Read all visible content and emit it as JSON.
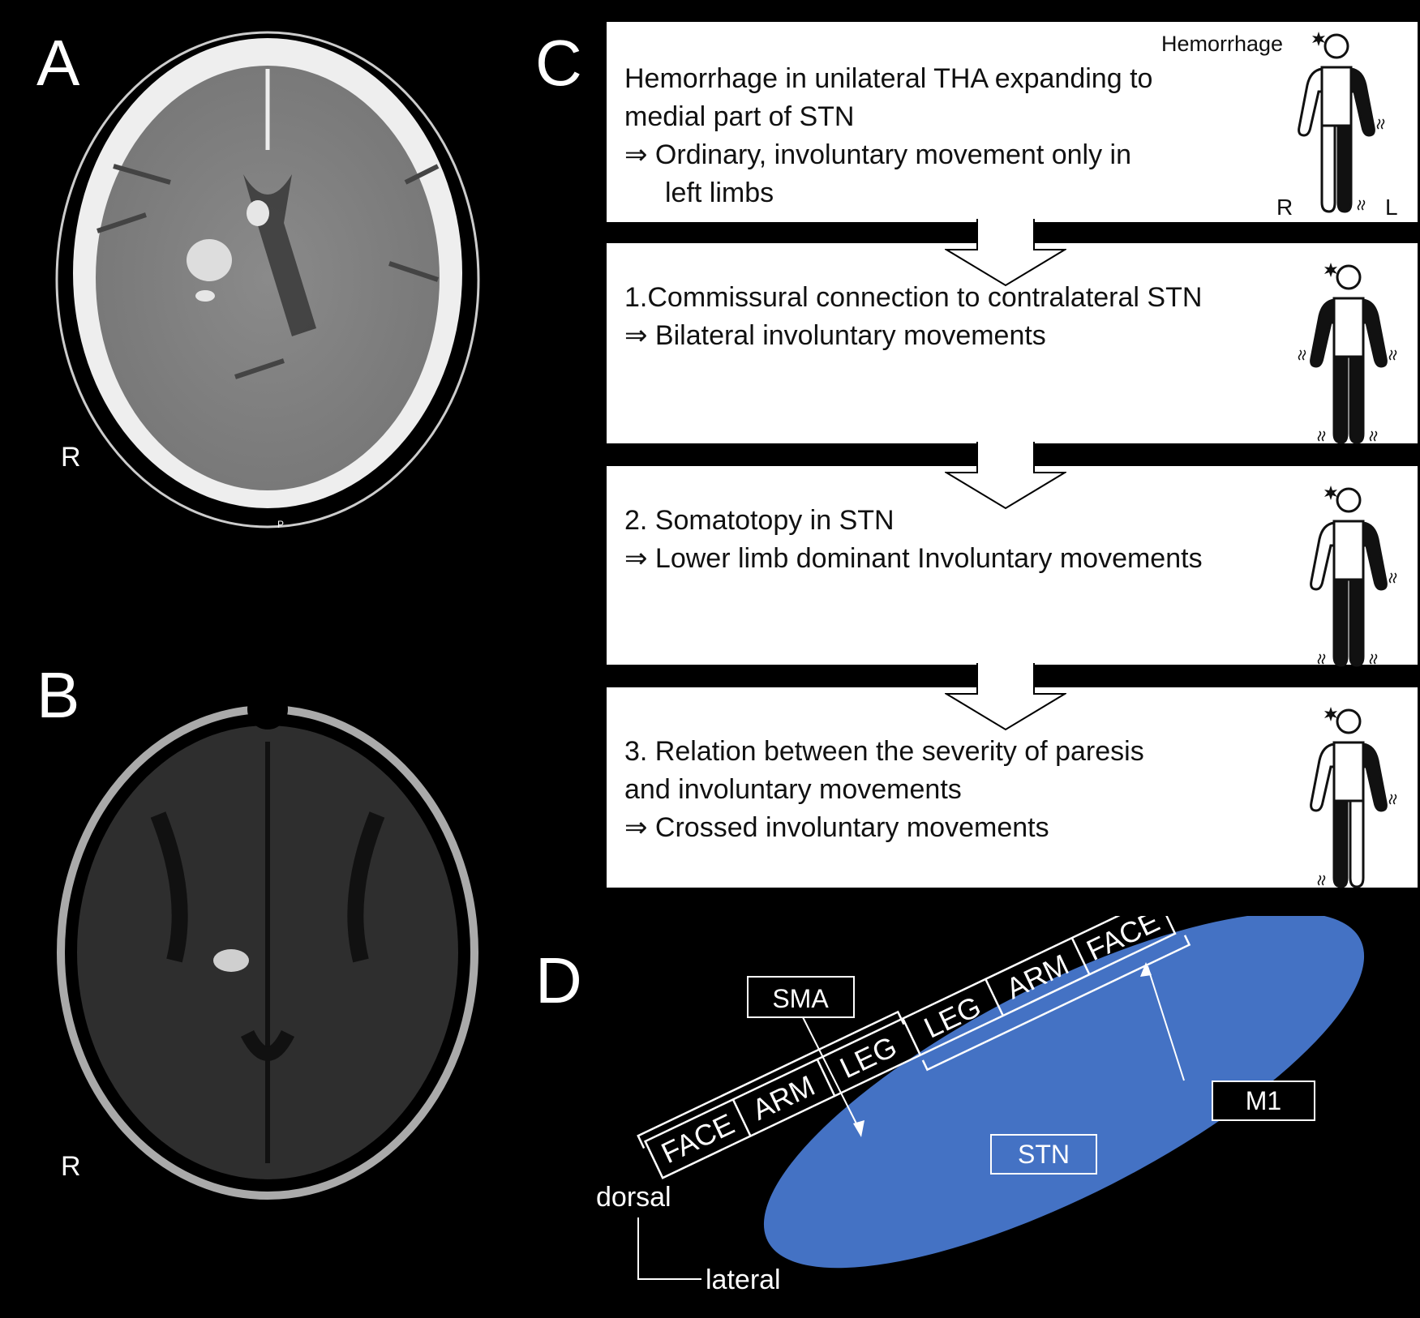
{
  "panels": {
    "A": {
      "letter": "A",
      "side_label": "R",
      "marker": "P"
    },
    "B": {
      "letter": "B",
      "side_label": "R"
    },
    "C": {
      "letter": "C",
      "boxes": [
        {
          "lines": [
            "Hemorrhage in unilateral THA expanding to",
            "medial part of STN",
            "⇒ Ordinary, involuntary movement only in",
            "left limbs"
          ],
          "figure": {
            "hemorrhage_label": "Hemorrhage",
            "right_label": "R",
            "left_label": "L",
            "affected": [
              "left-arm",
              "left-leg"
            ]
          }
        },
        {
          "lines": [
            "1.Commissural connection to contralateral STN",
            "⇒ Bilateral involuntary movements"
          ],
          "figure": {
            "affected": [
              "left-arm",
              "right-arm",
              "left-leg",
              "right-leg"
            ]
          }
        },
        {
          "lines": [
            "2. Somatotopy in STN",
            "⇒ Lower limb dominant Involuntary movements"
          ],
          "figure": {
            "affected": [
              "left-arm",
              "left-leg",
              "right-leg"
            ]
          }
        },
        {
          "lines": [
            "3. Relation between the severity of paresis",
            "and involuntary movements",
            "⇒ Crossed involuntary movements"
          ],
          "figure": {
            "affected": [
              "left-arm",
              "right-leg"
            ]
          }
        }
      ]
    },
    "D": {
      "letter": "D",
      "sma_label": "SMA",
      "m1_label": "M1",
      "stn_label": "STN",
      "sma_segments": [
        "FACE",
        "ARM",
        "LEG"
      ],
      "m1_segments": [
        "LEG",
        "ARM",
        "FACE"
      ],
      "axis_dorsal": "dorsal",
      "axis_lateral": "lateral",
      "ellipse_color": "#4472C4"
    }
  }
}
